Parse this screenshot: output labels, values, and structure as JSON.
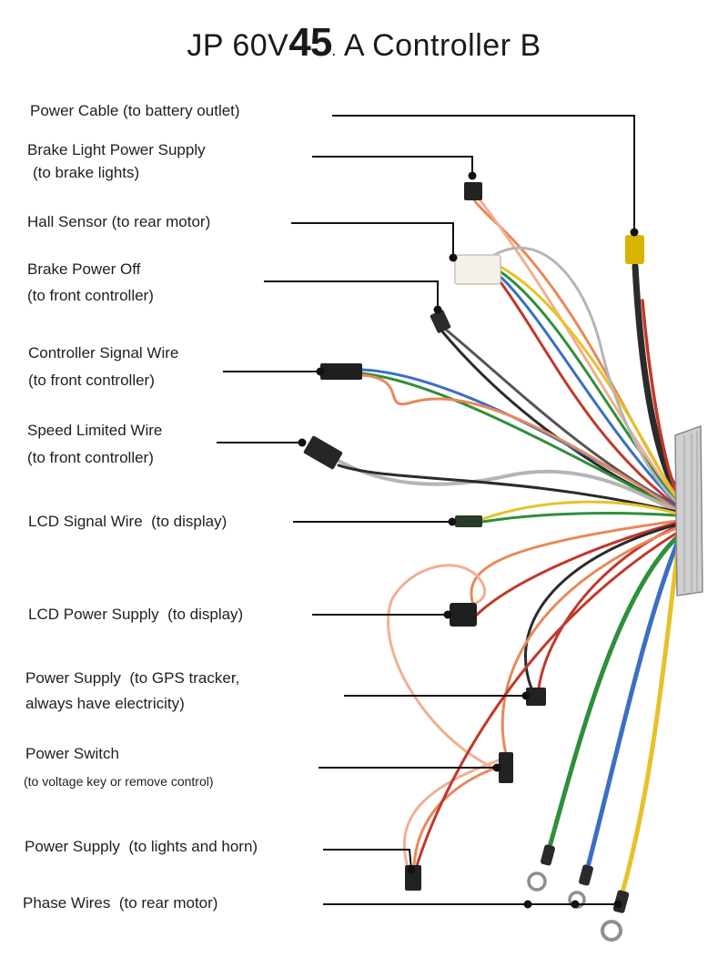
{
  "title": {
    "prefix": "JP 60V",
    "emphasis": "45",
    "dot": ".",
    "suffix": " A Controller B"
  },
  "labels": {
    "power_cable": {
      "line1": "Power Cable (to battery outlet)"
    },
    "brake_light": {
      "line1": "Brake Light Power Supply",
      "line2": "(to brake lights)"
    },
    "hall_sensor": {
      "line1": "Hall Sensor (to rear motor)"
    },
    "brake_power_off": {
      "line1": "Brake Power Off",
      "line2": "(to front controller)"
    },
    "controller_signal": {
      "line1": "Controller Signal Wire",
      "line2": "(to front controller)"
    },
    "speed_limited": {
      "line1": "Speed Limited Wire",
      "line2": "(to front controller)"
    },
    "lcd_signal": {
      "line1": "LCD Signal Wire  (to display)"
    },
    "lcd_power": {
      "line1": "LCD Power Supply  (to display)"
    },
    "gps_power": {
      "line1": "Power Supply  (to GPS tracker,",
      "line2": "always have electricity)"
    },
    "power_switch": {
      "line1": "Power Switch",
      "line2": "(to voltage key or remove control)"
    },
    "lights_horn": {
      "line1": "Power Supply  (to lights and horn)"
    },
    "phase_wires": {
      "line1": "Phase Wires  (to rear motor)"
    }
  },
  "colors": {
    "leader": "#111111",
    "black": "#2b2b2b",
    "red": "#c0392b",
    "orange": "#e8895a",
    "light_orange": "#f0b090",
    "yellow": "#e6c22a",
    "green": "#2f8f3a",
    "blue": "#3a6fc4",
    "grey": "#b5b5b5",
    "dark_grey": "#555555",
    "controller": "#cfcfcf",
    "hall_connector": "#f4f1ea",
    "battery_connector": "#d9b400"
  }
}
